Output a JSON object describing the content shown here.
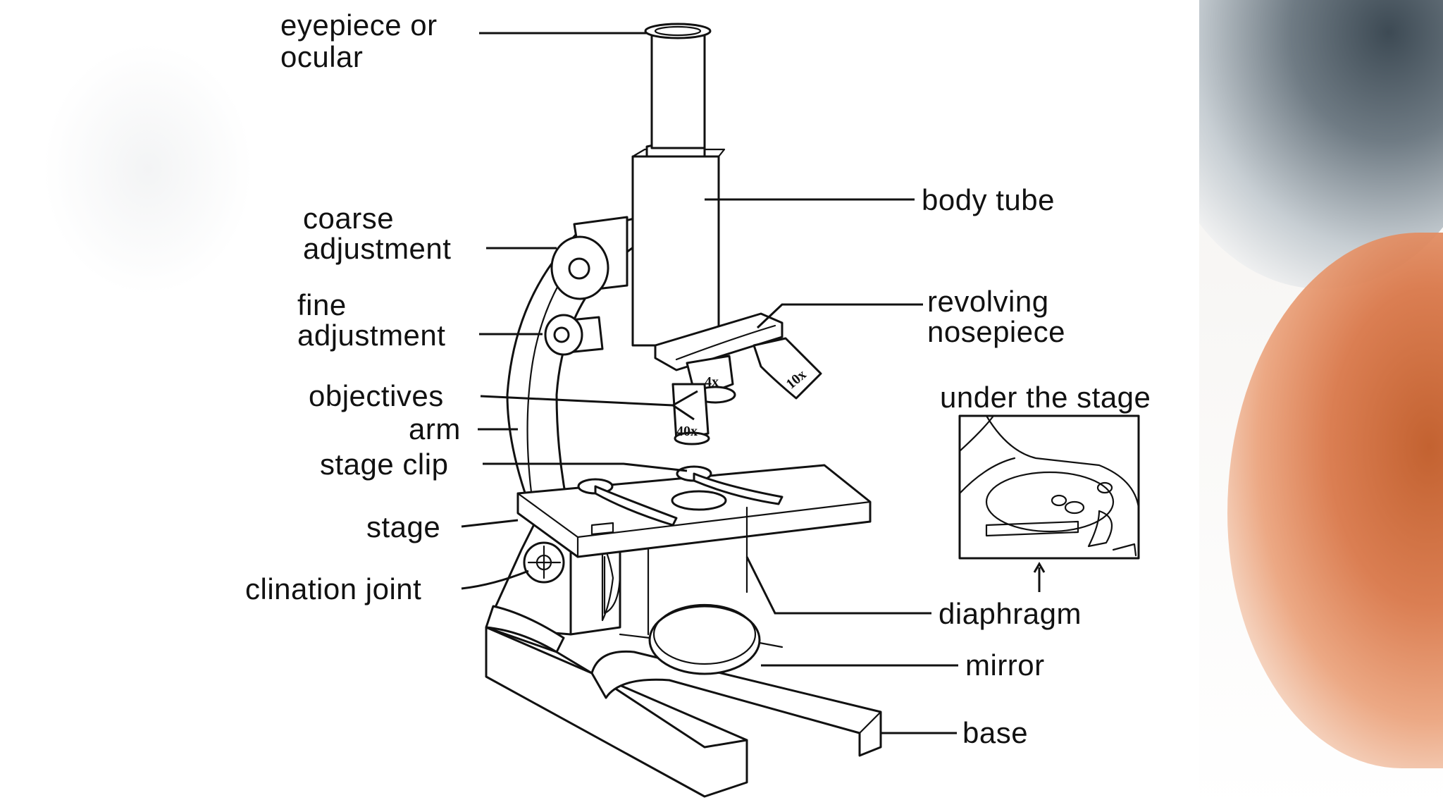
{
  "labels": {
    "eyepiece_line1": "eyepiece or",
    "eyepiece_line2": "ocular",
    "body_tube": "body tube",
    "coarse_line1": "coarse",
    "coarse_line2": "adjustment",
    "fine_line1": "fine",
    "fine_line2": "adjustment",
    "revolving_line1": "revolving",
    "revolving_line2": "nosepiece",
    "objectives": "objectives",
    "arm": "arm",
    "stage_clip": "stage clip",
    "stage": "stage",
    "clination_joint": "clination joint",
    "under_the_stage": "under the stage",
    "diaphragm": "diaphragm",
    "mirror": "mirror",
    "base": "base"
  },
  "objective_marks": {
    "low": "4x",
    "medium": "10x",
    "high": "40x"
  },
  "colors": {
    "ink": "#111111",
    "background": "#ffffff"
  }
}
